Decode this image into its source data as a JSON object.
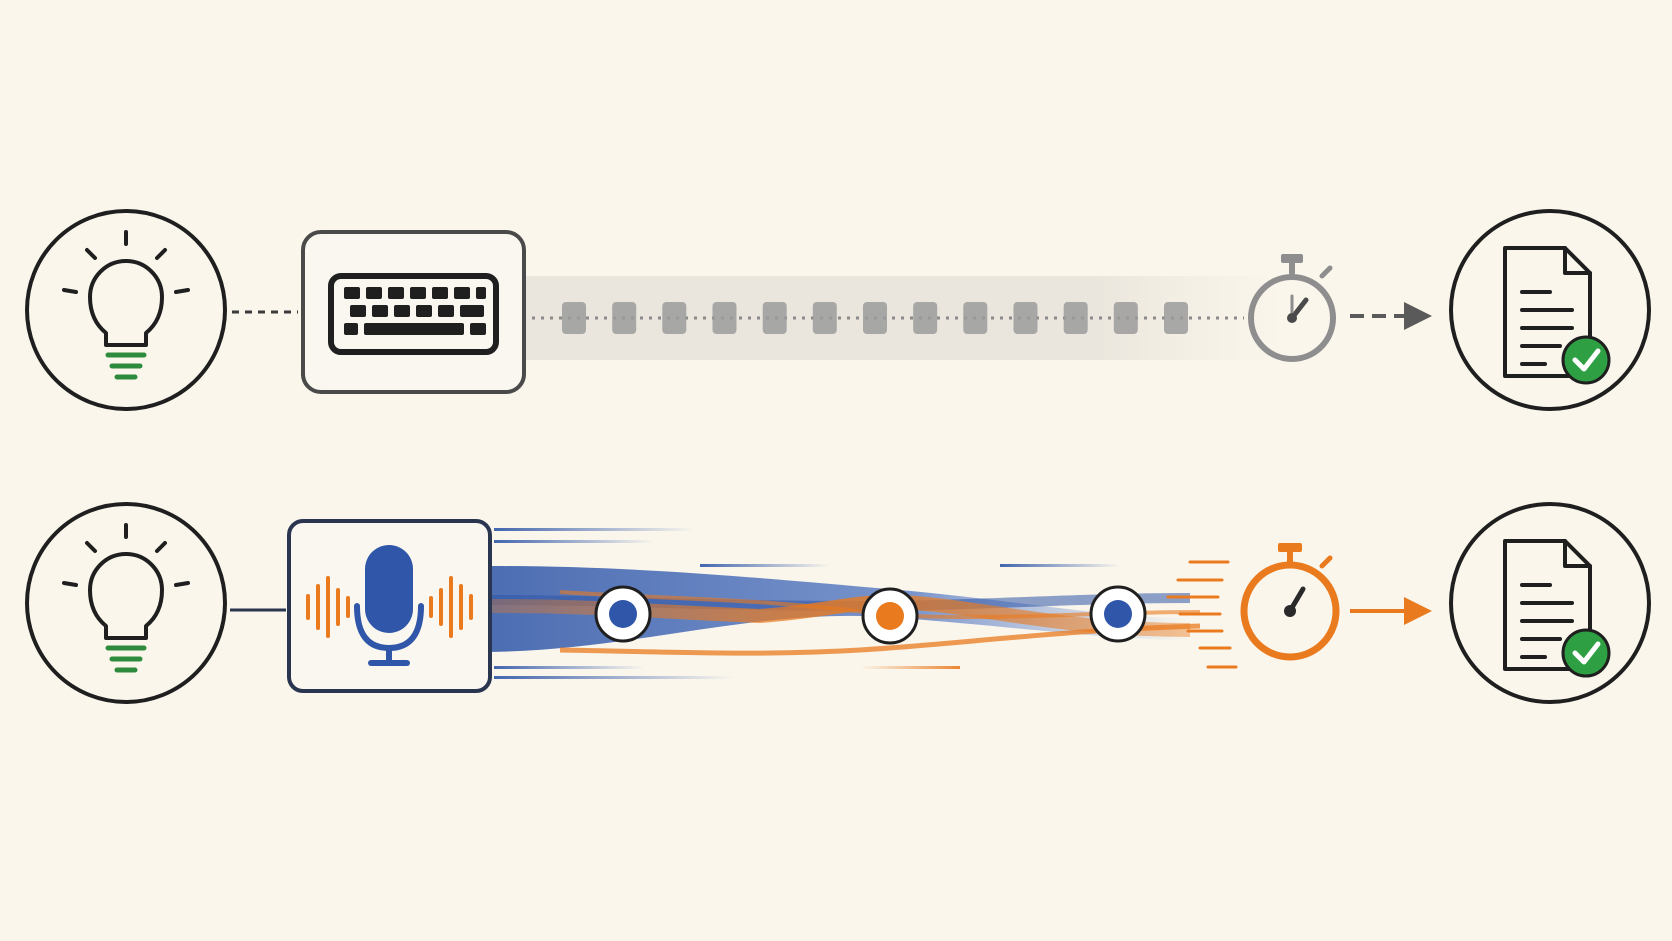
{
  "diagram": {
    "rows": [
      {
        "id": "typing",
        "flow": [
          "lightbulb-icon",
          "keyboard-icon",
          "keystroke-blocks",
          "stopwatch-icon",
          "document-check-icon"
        ],
        "keystroke_count": 13
      },
      {
        "id": "voice",
        "flow": [
          "lightbulb-icon",
          "microphone-icon",
          "audio-stream",
          "stopwatch-icon",
          "document-check-icon"
        ],
        "stream_nodes": 3
      }
    ]
  },
  "colors": {
    "background": "#faf6ec",
    "outline": "#1f1f1f",
    "bulb_base": "#2e8b3d",
    "check_green": "#2ea043",
    "typing_gray": "#9b9b9b",
    "voice_blue": "#2f56a8",
    "voice_orange": "#ea7a1e"
  }
}
